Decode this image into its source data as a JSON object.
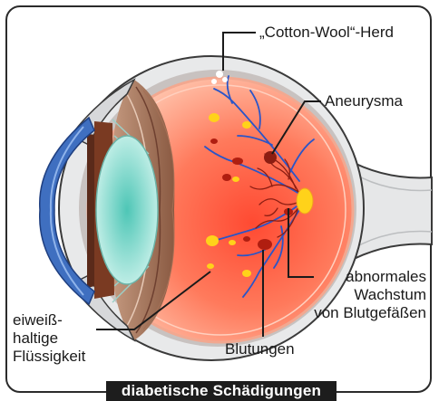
{
  "labels": {
    "cotton_wool": "„Cotton-Wool“-Herd",
    "aneurysma": "Aneurysma",
    "abnormal_line1": "abnormales",
    "abnormal_line2": "Wachstum",
    "abnormal_line3": "von Blutgefäßen",
    "fluid_line1": "eiweiß-",
    "fluid_line2": "haltige",
    "fluid_line3": "Flüssigkeit",
    "bleeding": "Blutungen"
  },
  "caption": "diabetische Schädigungen",
  "colors": {
    "retina_center": "#ff5a3c",
    "retina_edge": "#ffb39a",
    "sclera": "#e6e7e8",
    "cornea": "#3f6fc0",
    "iris": "#5a2a1a",
    "lens": "#7fd8cc",
    "vessels": "#2a55c8",
    "new_vessels": "#8c1d12",
    "exudate": "#ffd21a"
  }
}
